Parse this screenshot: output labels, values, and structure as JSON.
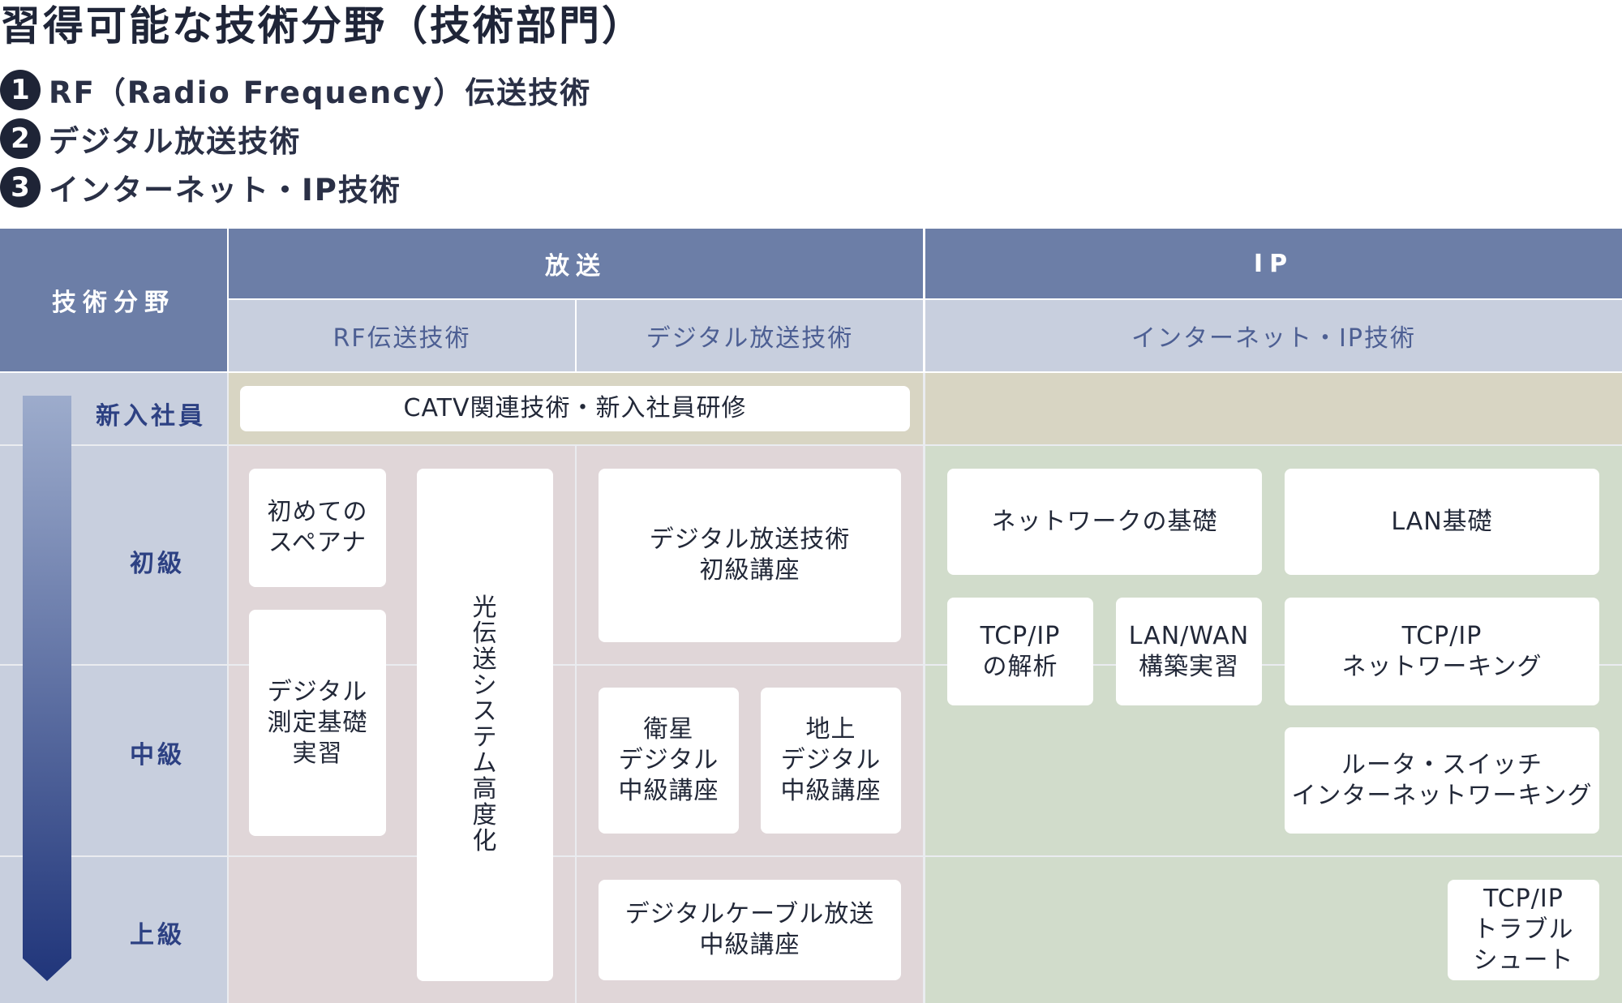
{
  "title": "習得可能な技術分野（技術部門）",
  "legend": [
    {
      "num": "1",
      "label": "RF（Radio Frequency）伝送技術"
    },
    {
      "num": "2",
      "label": "デジタル放送技術"
    },
    {
      "num": "3",
      "label": "インターネット・IP技術"
    }
  ],
  "table": {
    "corner": "技術分野",
    "groups": {
      "broadcast": "放送",
      "ip": "IP"
    },
    "subheaders": {
      "rf": "RF伝送技術",
      "digital": "デジタル放送技術",
      "internet": "インターネット・IP技術"
    },
    "levels": {
      "newcomer": "新入社員",
      "beginner": "初級",
      "intermediate": "中級",
      "advanced": "上級"
    }
  },
  "courses": {
    "catv": "CATV関連技術・新入社員研修",
    "first_spectrum": "初めての\nスペアナ",
    "digital_measure": "デジタル\n測定基礎\n実習",
    "optical": [
      "光",
      "伝",
      "送",
      "シ",
      "ス",
      "テ",
      "ム",
      "高",
      "度",
      "化"
    ],
    "digital_beginner": "デジタル放送技術\n初級講座",
    "satellite": "衛星\nデジタル\n中級講座",
    "terrestrial": "地上\nデジタル\n中級講座",
    "cable": "デジタルケーブル放送\n中級講座",
    "network_basics": "ネットワークの基礎",
    "lan_basics": "LAN基礎",
    "tcpip_analysis": "TCP/IP\nの解析",
    "lanwan": "LAN/WAN\n構築実習",
    "tcpip_networking": "TCP/IP\nネットワーキング",
    "router_switch": "ルータ・スイッチ\nインターネットワーキング",
    "tcpip_trouble": "TCP/IP\nトラブル\nシュート"
  },
  "colors": {
    "header_dark": "#6c7ea7",
    "header_light": "#c8cfde",
    "label_column": "#c8cfde",
    "rf_newcomer": "#d8d5c3",
    "broadcast_body": "#e0d6d8",
    "ip_body": "#d1dccb",
    "arrow_top": "#9daccc",
    "arrow_bottom": "#20357a"
  }
}
